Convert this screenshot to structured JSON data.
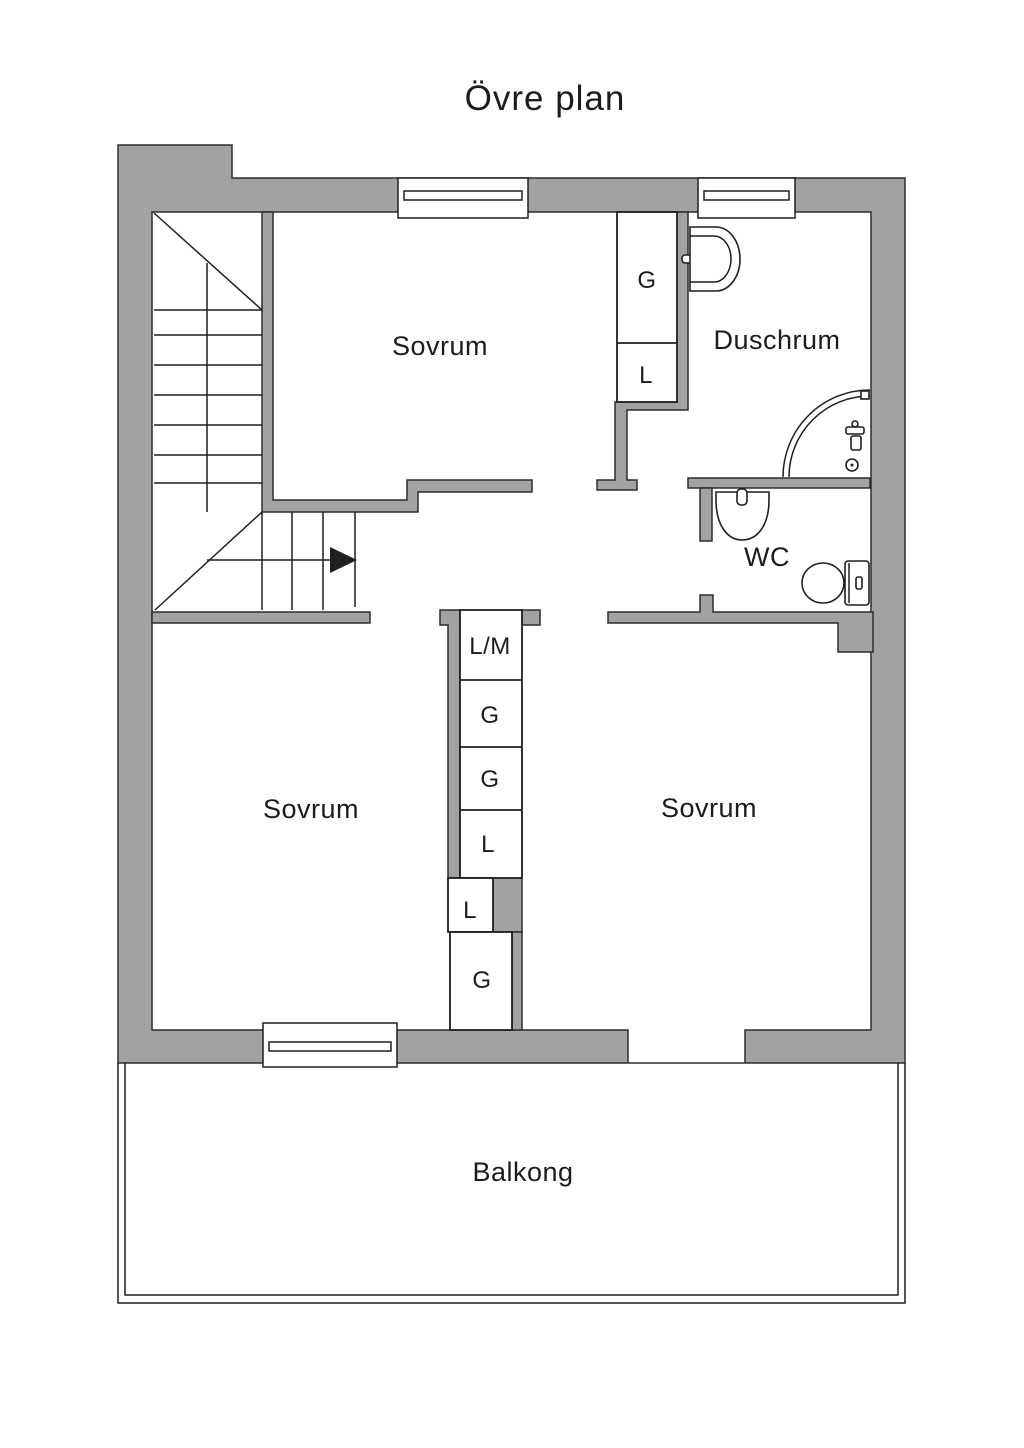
{
  "title": "Övre plan",
  "colors": {
    "wall_fill": "#a2a2a2",
    "wall_outline": "#2d2d2d",
    "line": "#1f1f1f",
    "text": "#1c1c1c",
    "background": "#ffffff"
  },
  "labels": {
    "bedroom_top": "Sovrum",
    "shower_room": "Duschrum",
    "wc": "WC",
    "bedroom_left": "Sovrum",
    "bedroom_right": "Sovrum",
    "balcony": "Balkong",
    "closet_top_g": "G",
    "closet_top_l": "L",
    "closet_mid_lm": "L/M",
    "closet_mid_g1": "G",
    "closet_mid_g2": "G",
    "closet_mid_l": "L",
    "closet_low_l": "L",
    "closet_low_g": "G"
  }
}
